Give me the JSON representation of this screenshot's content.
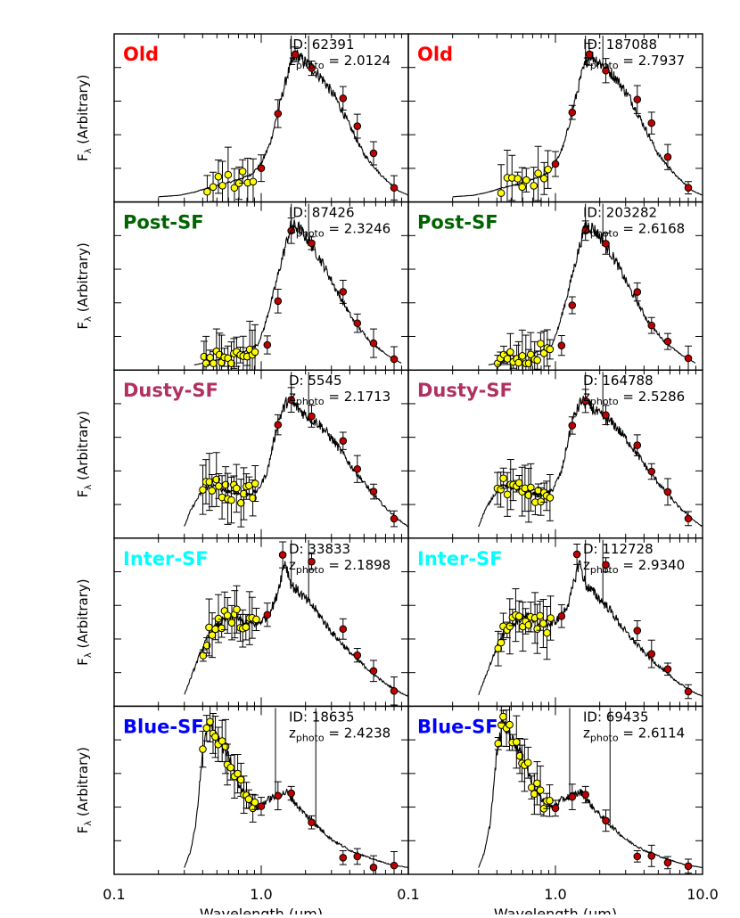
{
  "colors": {
    "Old": "#ff0000",
    "Post-SF": "#006400",
    "Dusty-SF": "#b03060",
    "Inter-SF": "#00ffff",
    "Blue-SF": "#0000ff",
    "optical_points": "#ffff00",
    "ir_points": "#c00000"
  },
  "chart_data": {
    "type": "scatter",
    "xscale": "log",
    "xlim": [
      0.1,
      10.0
    ],
    "xlabel": "Wavelength (μm)",
    "ylabel": "Fλ (Arbitrary)",
    "xticklabels": [
      "0.1",
      "1.0",
      "0.1",
      "1.0",
      "10.0"
    ],
    "panels": [
      {
        "type": "Old",
        "id": "ID: 62391",
        "z_label": "zphoto",
        "z_value": "= 2.0124",
        "col": 0,
        "row": 0,
        "template": "old"
      },
      {
        "type": "Old",
        "id": "ID: 187088",
        "z_label": "zphoto",
        "z_value": "= 2.7937",
        "col": 1,
        "row": 0,
        "template": "old"
      },
      {
        "type": "Post-SF",
        "id": "ID: 87426",
        "z_label": "zphoto",
        "z_value": "= 2.3246",
        "col": 0,
        "row": 1,
        "template": "post"
      },
      {
        "type": "Post-SF",
        "id": "ID: 203282",
        "z_label": "zphoto",
        "z_value": "= 2.6168",
        "col": 1,
        "row": 1,
        "template": "post"
      },
      {
        "type": "Dusty-SF",
        "id": "D: 5545",
        "z_label": "zphoto",
        "z_value": "= 2.1713",
        "col": 0,
        "row": 2,
        "template": "dusty"
      },
      {
        "type": "Dusty-SF",
        "id": "D: 164788",
        "z_label": "zphoto",
        "z_value": "= 2.5286",
        "col": 1,
        "row": 2,
        "template": "dusty"
      },
      {
        "type": "Inter-SF",
        "id": "D: 33833",
        "z_label": "zphoto",
        "z_value": "= 2.1898",
        "col": 0,
        "row": 3,
        "template": "inter"
      },
      {
        "type": "Inter-SF",
        "id": "D: 112728",
        "z_label": "zphoto",
        "z_value": "= 2.9340",
        "col": 1,
        "row": 3,
        "template": "inter"
      },
      {
        "type": "Blue-SF",
        "id": "ID: 18635",
        "z_label": "zphoto",
        "z_value": "= 2.4238",
        "col": 0,
        "row": 4,
        "template": "blue"
      },
      {
        "type": "Blue-SF",
        "id": "ID: 69435",
        "z_label": "zphoto",
        "z_value": "= 2.6114",
        "col": 1,
        "row": 4,
        "template": "blue"
      }
    ],
    "templates": {
      "old": [
        [
          0.2,
          0.01
        ],
        [
          0.28,
          0.02
        ],
        [
          0.35,
          0.04
        ],
        [
          0.45,
          0.07
        ],
        [
          0.55,
          0.09
        ],
        [
          0.7,
          0.12
        ],
        [
          0.85,
          0.15
        ],
        [
          1.0,
          0.22
        ],
        [
          1.15,
          0.35
        ],
        [
          1.3,
          0.55
        ],
        [
          1.5,
          0.78
        ],
        [
          1.7,
          0.92
        ],
        [
          1.9,
          0.88
        ],
        [
          2.2,
          0.83
        ],
        [
          2.6,
          0.76
        ],
        [
          3.2,
          0.64
        ],
        [
          4.0,
          0.46
        ],
        [
          5.0,
          0.28
        ],
        [
          6.5,
          0.15
        ],
        [
          8.5,
          0.05
        ],
        [
          10.0,
          0.02
        ]
      ],
      "post": [
        [
          0.35,
          0.01
        ],
        [
          0.45,
          0.03
        ],
        [
          0.6,
          0.06
        ],
        [
          0.8,
          0.1
        ],
        [
          0.95,
          0.14
        ],
        [
          1.05,
          0.25
        ],
        [
          1.2,
          0.45
        ],
        [
          1.4,
          0.7
        ],
        [
          1.6,
          0.9
        ],
        [
          1.8,
          0.88
        ],
        [
          2.1,
          0.8
        ],
        [
          2.6,
          0.66
        ],
        [
          3.3,
          0.47
        ],
        [
          4.3,
          0.28
        ],
        [
          5.5,
          0.16
        ],
        [
          7.0,
          0.08
        ],
        [
          9.0,
          0.02
        ]
      ],
      "dusty": [
        [
          0.3,
          0.05
        ],
        [
          0.33,
          0.15
        ],
        [
          0.38,
          0.25
        ],
        [
          0.45,
          0.32
        ],
        [
          0.55,
          0.28
        ],
        [
          0.65,
          0.27
        ],
        [
          0.8,
          0.25
        ],
        [
          0.95,
          0.28
        ],
        [
          1.1,
          0.4
        ],
        [
          1.3,
          0.72
        ],
        [
          1.5,
          0.85
        ],
        [
          1.7,
          0.82
        ],
        [
          2.0,
          0.76
        ],
        [
          2.5,
          0.7
        ],
        [
          3.2,
          0.58
        ],
        [
          4.2,
          0.42
        ],
        [
          5.5,
          0.28
        ],
        [
          7.0,
          0.17
        ],
        [
          9.0,
          0.08
        ],
        [
          10.0,
          0.05
        ]
      ],
      "inter": [
        [
          0.3,
          0.05
        ],
        [
          0.33,
          0.15
        ],
        [
          0.38,
          0.3
        ],
        [
          0.45,
          0.45
        ],
        [
          0.55,
          0.52
        ],
        [
          0.65,
          0.55
        ],
        [
          0.8,
          0.5
        ],
        [
          0.95,
          0.5
        ],
        [
          1.1,
          0.55
        ],
        [
          1.25,
          0.65
        ],
        [
          1.45,
          0.9
        ],
        [
          1.6,
          0.75
        ],
        [
          1.9,
          0.68
        ],
        [
          2.3,
          0.6
        ],
        [
          3.0,
          0.45
        ],
        [
          4.0,
          0.32
        ],
        [
          5.5,
          0.2
        ],
        [
          7.0,
          0.12
        ],
        [
          9.0,
          0.06
        ],
        [
          10.0,
          0.04
        ]
      ],
      "blue": [
        [
          0.3,
          0.02
        ],
        [
          0.33,
          0.12
        ],
        [
          0.36,
          0.3
        ],
        [
          0.4,
          0.75
        ],
        [
          0.44,
          0.95
        ],
        [
          0.5,
          0.85
        ],
        [
          0.6,
          0.72
        ],
        [
          0.7,
          0.55
        ],
        [
          0.8,
          0.46
        ],
        [
          0.95,
          0.4
        ],
        [
          1.1,
          0.45
        ],
        [
          1.3,
          0.48
        ],
        [
          1.5,
          0.5
        ],
        [
          1.8,
          0.4
        ],
        [
          2.3,
          0.3
        ],
        [
          3.0,
          0.2
        ],
        [
          4.0,
          0.13
        ],
        [
          5.5,
          0.08
        ],
        [
          7.5,
          0.04
        ],
        [
          10.0,
          0.02
        ]
      ]
    },
    "ir_points": {
      "old": [
        [
          1.0,
          0.2
        ],
        [
          1.3,
          0.55
        ],
        [
          1.7,
          0.92
        ],
        [
          2.2,
          0.83
        ],
        [
          3.6,
          0.64
        ],
        [
          4.5,
          0.46
        ],
        [
          5.8,
          0.28
        ],
        [
          8.0,
          0.05
        ]
      ],
      "post": [
        [
          1.1,
          0.15
        ],
        [
          1.3,
          0.4
        ],
        [
          1.6,
          0.88
        ],
        [
          2.2,
          0.8
        ],
        [
          3.6,
          0.47
        ],
        [
          4.5,
          0.28
        ],
        [
          5.8,
          0.16
        ],
        [
          8.0,
          0.06
        ]
      ],
      "dusty": [
        [
          1.3,
          0.7
        ],
        [
          1.6,
          0.85
        ],
        [
          2.2,
          0.76
        ],
        [
          3.6,
          0.58
        ],
        [
          4.5,
          0.42
        ],
        [
          5.8,
          0.28
        ],
        [
          8.0,
          0.1
        ]
      ],
      "inter": [
        [
          1.1,
          0.55
        ],
        [
          1.4,
          0.95
        ],
        [
          2.2,
          0.88
        ],
        [
          3.6,
          0.45
        ],
        [
          4.5,
          0.32
        ],
        [
          5.8,
          0.2
        ],
        [
          8.0,
          0.06
        ]
      ],
      "blue": [
        [
          1.0,
          0.4
        ],
        [
          1.3,
          0.48
        ],
        [
          1.6,
          0.5
        ],
        [
          2.2,
          0.3
        ],
        [
          3.6,
          0.1
        ],
        [
          4.5,
          0.08
        ],
        [
          5.8,
          0.04
        ],
        [
          8.0,
          0.02
        ]
      ]
    }
  }
}
